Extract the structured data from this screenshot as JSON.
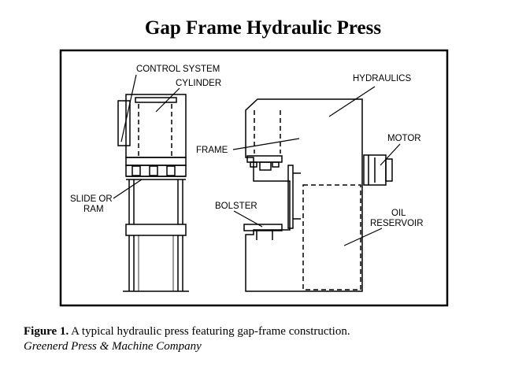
{
  "title": "Gap Frame Hydraulic Press",
  "labels": {
    "control_system": "CONTROL SYSTEM",
    "cylinder": "CYLINDER",
    "hydraulics": "HYDRAULICS",
    "motor": "MOTOR",
    "frame": "FRAME",
    "slide_line1": "SLIDE OR",
    "slide_line2": "RAM",
    "bolster": "BOLSTER",
    "oil_line1": "OIL",
    "oil_line2": "RESERVOIR"
  },
  "caption": {
    "figure_label": "Figure 1.",
    "text": " A typical hydraulic press featuring gap-frame construction.",
    "credit": "Greenerd Press & Machine Company"
  }
}
